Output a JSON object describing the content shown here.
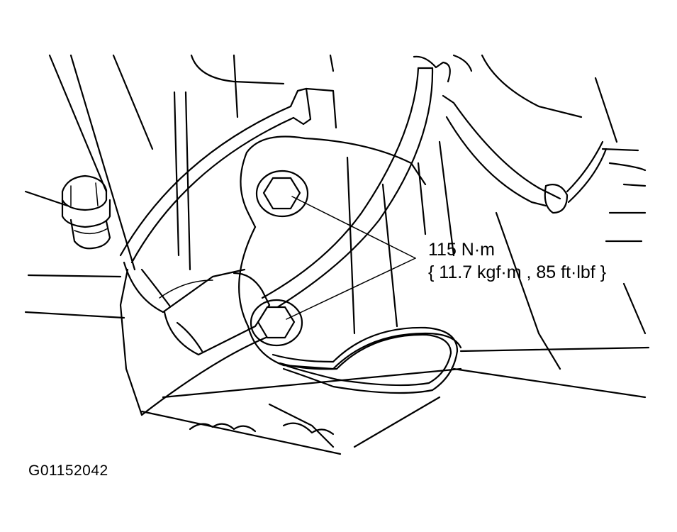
{
  "callout": {
    "torque_nm": "115 N·m",
    "torque_alt": "{ 11.7 kgf·m , 85 ft·lbf }"
  },
  "figure_id": "G01152042",
  "parts": [
    "upper-bolt",
    "lower-bolt",
    "bracket",
    "hose",
    "plug-bolt",
    "clip"
  ]
}
